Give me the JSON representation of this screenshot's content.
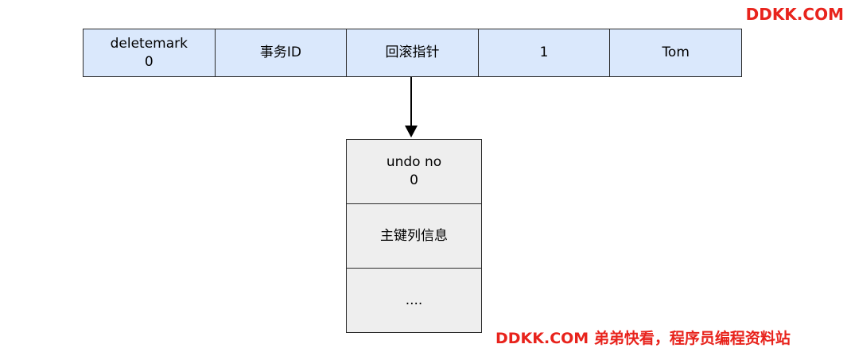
{
  "watermark": {
    "top": "DDKK.COM",
    "bottom": "DDKK.COM 弟弟快看，程序员编程资料站",
    "color": "#e8231c"
  },
  "record": {
    "cells": [
      {
        "line1": "deletemark",
        "line2": "0"
      },
      {
        "line1": "事务ID",
        "line2": ""
      },
      {
        "line1": "回滚指针",
        "line2": ""
      },
      {
        "line1": "1",
        "line2": ""
      },
      {
        "line1": "Tom",
        "line2": ""
      }
    ],
    "fill": "#dae8fc"
  },
  "undo_log": {
    "cells": [
      {
        "line1": "undo no",
        "line2": "0"
      },
      {
        "line1": "主键列信息",
        "line2": ""
      },
      {
        "line1": "....",
        "line2": ""
      }
    ],
    "fill": "#eeeeee"
  },
  "connector": {
    "from": "回滚指针",
    "to": "undo no"
  }
}
